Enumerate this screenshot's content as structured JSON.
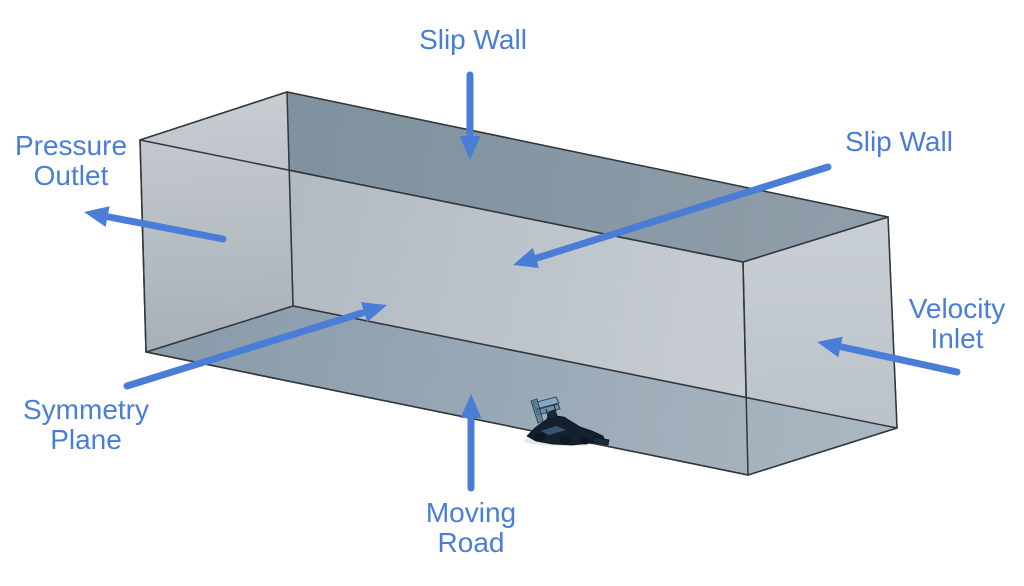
{
  "figure": {
    "type": "cfd-domain-boundary-conditions-diagram",
    "description": "3D rectangular CFD simulation domain (virtual wind tunnel) with labeled boundary conditions and a small formula-style race car model resting on the floor at the symmetry plane"
  },
  "labels": {
    "slip_wall_top": "Slip Wall",
    "slip_wall_side": "Slip Wall",
    "pressure_outlet_line1": "Pressure",
    "pressure_outlet_line2": "Outlet",
    "velocity_inlet_line1": "Velocity",
    "velocity_inlet_line2": "Inlet",
    "symmetry_plane_line1": "Symmetry",
    "symmetry_plane_line2": "Plane",
    "moving_road_line1": "Moving",
    "moving_road_line2": "Road"
  },
  "colors": {
    "annotation_blue": "#4a7ed6",
    "box_top_face": "#8495a4",
    "box_end_faces": "#c2c8ce",
    "box_far_wall": "#c2c9d0",
    "box_floor": "#9aaab8",
    "edge_line": "#31373d",
    "car_model": "#14202d",
    "background": "#ffffff"
  },
  "objects": {
    "car_model": "half race-car model with rear wing on the moving road"
  }
}
